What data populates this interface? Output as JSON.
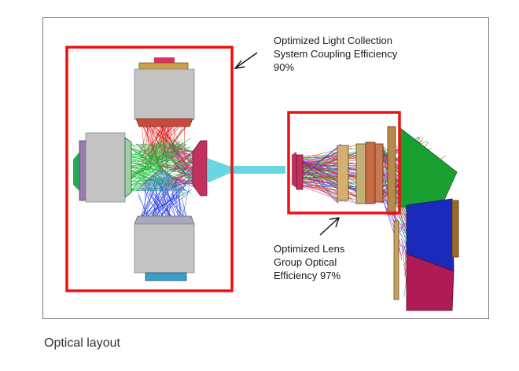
{
  "figure": {
    "annotation_top": "Optimized Light Collection\nSystem Coupling Efficiency\n90%",
    "annotation_bottom": "Optimized Lens\nGroup Optical\nEfficiency 97%",
    "caption": "Optical layout",
    "highlight_color": "#ee1111"
  }
}
